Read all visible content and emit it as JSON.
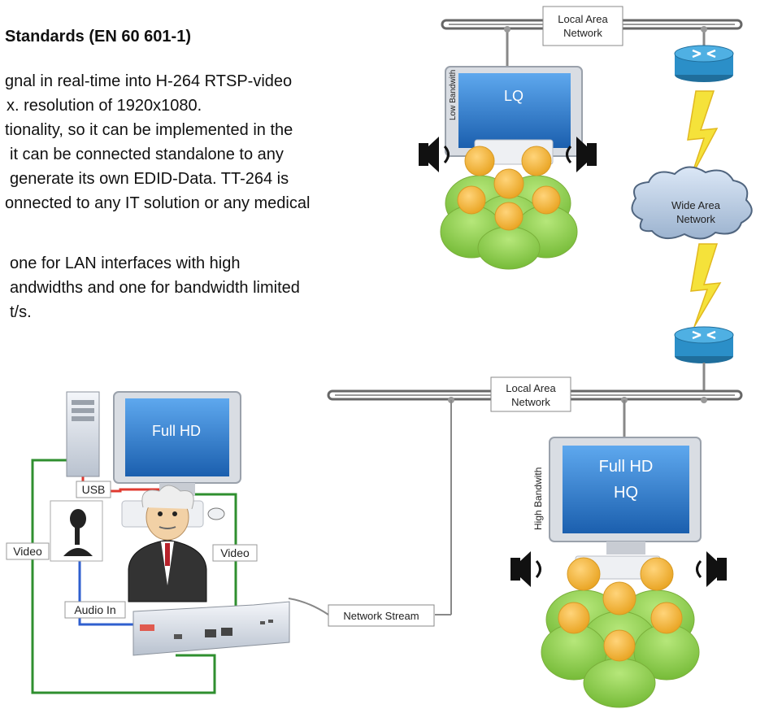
{
  "heading": "Standards (EN 60 601-1)",
  "paragraph_lines": [
    "gnal in real-time into H-264 RTSP-video",
    "x. resolution of 1920x1080.",
    "tionality, so it can be implemented in the",
    "it can be connected standalone to any",
    "generate its own EDID-Data. TT-264 is",
    "onnected to any IT solution or any medical",
    "",
    "one for LAN interfaces with high",
    "andwidths and one for bandwidth limited",
    "t/s."
  ],
  "diagram": {
    "lan_top_line1": "Local Area",
    "lan_top_line2": "Network",
    "lan_bottom_line1": "Local Area",
    "lan_bottom_line2": "Network",
    "wan_line1": "Wide Area",
    "wan_line2": "Network",
    "low_bandwidth": "Low Bandwith",
    "lq_screen": "LQ",
    "high_bandwidth": "High Bandwith",
    "hq_screen_line1": "Full HD",
    "hq_screen_line2": "HQ",
    "source_screen": "Full HD",
    "usb": "USB",
    "video_left": "Video",
    "video_right": "Video",
    "audio_in": "Audio In",
    "network_stream": "Network Stream"
  },
  "colors": {
    "video_cable": "#2f8f2f",
    "usb_cable": "#e0392f",
    "audio_cable": "#2f5fcf",
    "audience": "#8fcf48",
    "audience_head": "#f5b735",
    "router": "#2b8fc8",
    "lightning": "#f5e23a",
    "screen": "#2f7fd0"
  }
}
